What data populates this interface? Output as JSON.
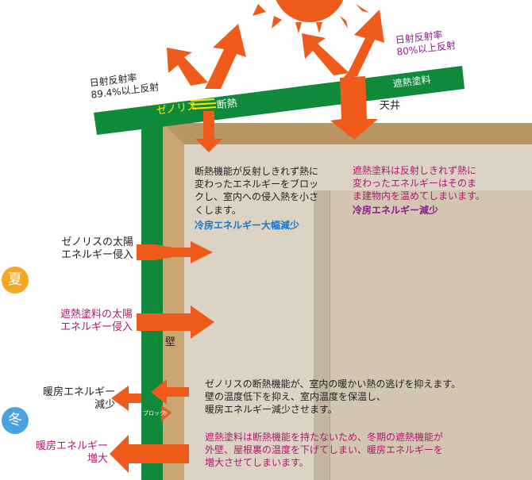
{
  "roof_left_label": "日射反射率\n89.4%以上反射",
  "roof_right_label": "日射反射率\n80%以上反射",
  "zenoris_label": "ゼノリス",
  "dannetsu_label": "断熱",
  "shanetsu_label": "遮熱塗料",
  "tenjo_label": "天井",
  "left_box_text": "断熱機能が反射しきれず熱に\n変わったエネルギーをブロッ\nクし、室内への侵入熱を小さ\nくします。",
  "left_box_emph": "冷房エネルギー大幅減少",
  "right_box_text": "遮熱塗料は反射しきれず熱に\n変わったエネルギーはそのま\nま建物内を温めてしまいます。",
  "right_box_emph": "冷房エネルギー減少",
  "zenoris_heat_in": "ゼノリスの太陽\nエネルギー侵入",
  "shanetsu_heat_in": "遮熱塗料の太陽\nエネルギー侵入",
  "summer_label": "夏",
  "winter_label": "冬",
  "wall_label": "壁",
  "heating_reduce": "暖房エネルギー\n減少",
  "heating_increase": "暖房エネルギー\n増大",
  "block_label": "ブロック",
  "winter_zenoris_text": "ゼノリスの断熱機能が、室内の暖かい熱の逃げを抑えます。\n壁の温度低下を抑え、室内温度を保温し、\n暖房エネルギー減少させます。",
  "winter_shanetsu_text": "遮熱塗料は断熱機能を持たないため、冬期の遮熱機能が\n外壁、屋根裏の温度を下げてしまい、暖房エネルギーを\n増大させてしまいます。",
  "colors": {
    "green": "#0f8a3b",
    "orange": "#f05a1a",
    "tan": "#c9a673",
    "pink": "#b0186e",
    "purple": "#8a1c8c",
    "blue": "#1a78c2",
    "summer": "#f5a623",
    "winter": "#4aa3df"
  }
}
